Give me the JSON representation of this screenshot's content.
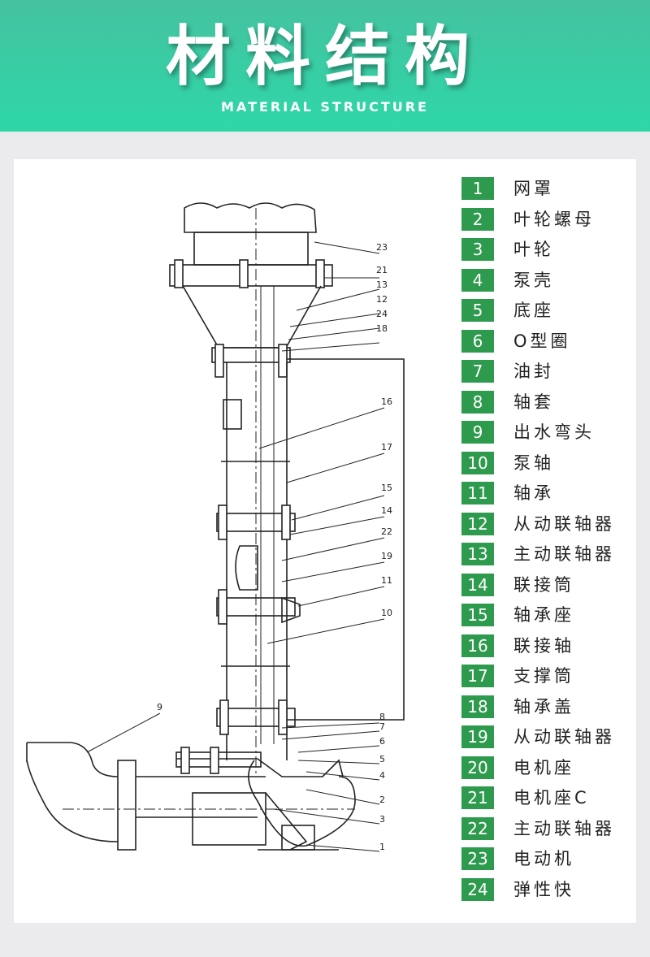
{
  "header": {
    "title": "材料结构",
    "subtitle": "MATERIAL STRUCTURE"
  },
  "colors": {
    "header_top": "#45c2a0",
    "header_bottom": "#2ed7a8",
    "badge": "#2e9a4e",
    "panel": "#ffffff",
    "background": "#ebebed"
  },
  "diagram": {
    "labels": [
      "23",
      "21",
      "13",
      "12",
      "24",
      "18",
      "16",
      "17",
      "15",
      "14",
      "22",
      "19",
      "11",
      "10",
      "9",
      "8",
      "7",
      "6",
      "5",
      "4",
      "2",
      "3",
      "1"
    ]
  },
  "legend": [
    {
      "num": "1",
      "name": "网罩"
    },
    {
      "num": "2",
      "name": "叶轮螺母"
    },
    {
      "num": "3",
      "name": "叶轮"
    },
    {
      "num": "4",
      "name": "泵壳"
    },
    {
      "num": "5",
      "name": "底座"
    },
    {
      "num": "6",
      "name": "O型圈"
    },
    {
      "num": "7",
      "name": "油封"
    },
    {
      "num": "8",
      "name": "轴套"
    },
    {
      "num": "9",
      "name": "出水弯头"
    },
    {
      "num": "10",
      "name": "泵轴"
    },
    {
      "num": "11",
      "name": "轴承"
    },
    {
      "num": "12",
      "name": "从动联轴器"
    },
    {
      "num": "13",
      "name": "主动联轴器"
    },
    {
      "num": "14",
      "name": "联接筒"
    },
    {
      "num": "15",
      "name": "轴承座"
    },
    {
      "num": "16",
      "name": "联接轴"
    },
    {
      "num": "17",
      "name": "支撑筒"
    },
    {
      "num": "18",
      "name": "轴承盖"
    },
    {
      "num": "19",
      "name": "从动联轴器"
    },
    {
      "num": "20",
      "name": "电机座"
    },
    {
      "num": "21",
      "name": "电机座C"
    },
    {
      "num": "22",
      "name": "主动联轴器"
    },
    {
      "num": "23",
      "name": "电动机"
    },
    {
      "num": "24",
      "name": "弹性快"
    }
  ]
}
